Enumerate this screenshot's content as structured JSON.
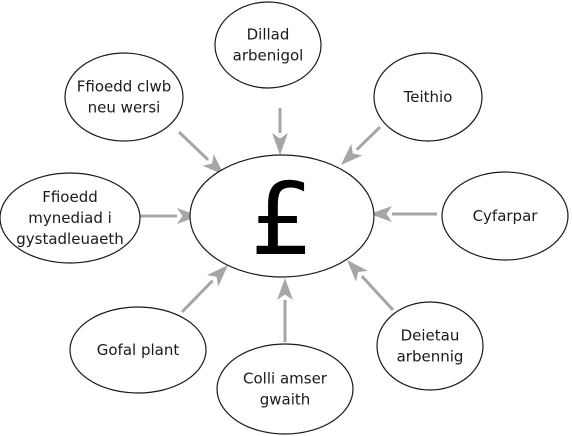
{
  "center": {
    "symbol": "£"
  },
  "nodes": [
    {
      "id": "dillad",
      "lines": [
        "Dillad",
        "arbenigol"
      ]
    },
    {
      "id": "teithio",
      "lines": [
        "Teithio"
      ]
    },
    {
      "id": "cyfarpar",
      "lines": [
        "Cyfarpar"
      ]
    },
    {
      "id": "deietau",
      "lines": [
        "Deietau",
        "arbennig"
      ]
    },
    {
      "id": "colli-amser",
      "lines": [
        "Colli amser",
        "gwaith"
      ]
    },
    {
      "id": "gofal-plant",
      "lines": [
        "Gofal plant"
      ]
    },
    {
      "id": "ffioedd-mynediad",
      "lines": [
        "Ffioedd",
        "mynediad i",
        "gystadleuaeth"
      ]
    },
    {
      "id": "ffioedd-clwb",
      "lines": [
        "Ffioedd clwb",
        "neu wersi"
      ]
    }
  ],
  "colors": {
    "arrow": "#a6a6a6",
    "outline": "#1a1a1a"
  }
}
